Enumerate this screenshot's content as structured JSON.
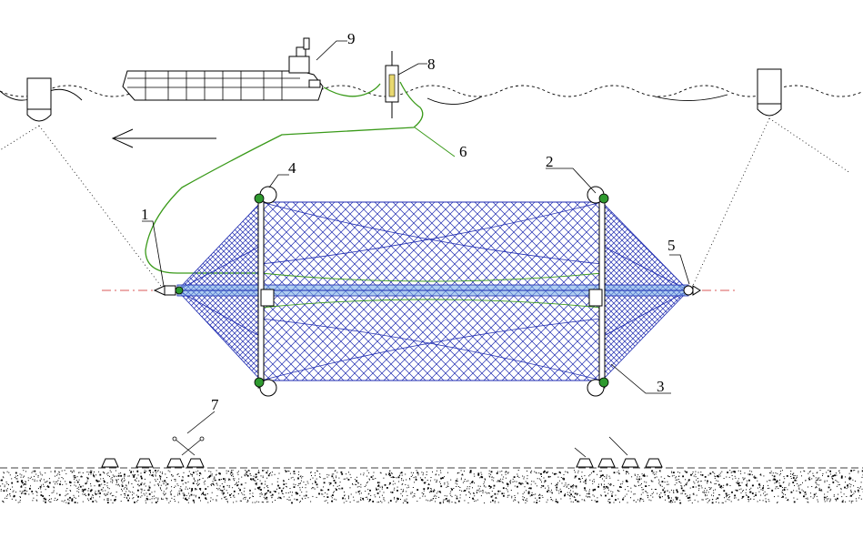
{
  "labels": {
    "n1": "1",
    "n2": "2",
    "n3": "3",
    "n4": "4",
    "n5": "5",
    "n6": "6",
    "n7": "7",
    "n8": "8",
    "n9": "9"
  },
  "colors": {
    "net_fill": "#1d2ab0",
    "cable": "#3a9a1a",
    "float": "#2f9a2f",
    "axis": "#cc2222",
    "ink": "#000000"
  }
}
